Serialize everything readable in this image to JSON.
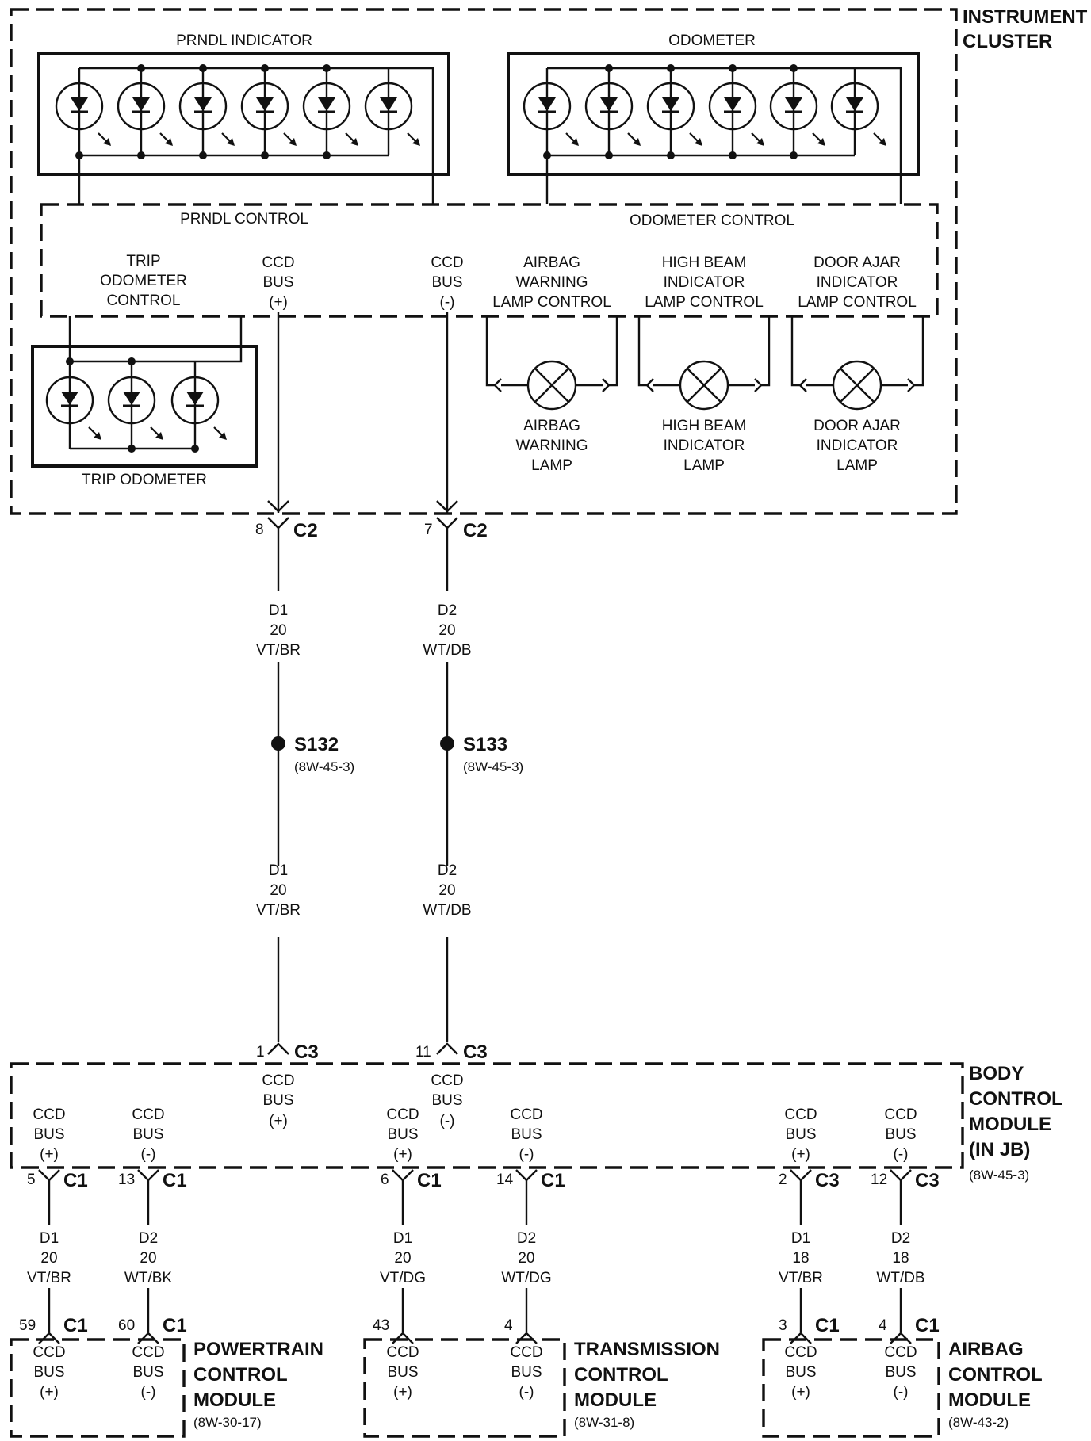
{
  "instrument_cluster": {
    "title": [
      "INSTRUMENT",
      "CLUSTER"
    ],
    "prndl_indicator": "PRNDL INDICATOR",
    "odometer": "ODOMETER",
    "prndl_control": "PRNDL CONTROL",
    "odometer_control": "ODOMETER CONTROL",
    "trip_odometer_control": [
      "TRIP",
      "ODOMETER",
      "CONTROL"
    ],
    "trip_odometer": "TRIP ODOMETER",
    "ccd_bus_pos": [
      "CCD",
      "BUS",
      "(+)"
    ],
    "ccd_bus_neg": [
      "CCD",
      "BUS",
      "(-)"
    ],
    "lamp_controls": [
      [
        "AIRBAG",
        "WARNING",
        "LAMP CONTROL"
      ],
      [
        "HIGH BEAM",
        "INDICATOR",
        "LAMP CONTROL"
      ],
      [
        "DOOR AJAR",
        "INDICATOR",
        "LAMP CONTROL"
      ]
    ],
    "lamps": [
      [
        "AIRBAG",
        "WARNING",
        "LAMP"
      ],
      [
        "HIGH BEAM",
        "INDICATOR",
        "LAMP"
      ],
      [
        "DOOR AJAR",
        "INDICATOR",
        "LAMP"
      ]
    ]
  },
  "connectors": {
    "c2_pos": {
      "pin": "8",
      "name": "C2"
    },
    "c2_neg": {
      "pin": "7",
      "name": "C2"
    },
    "c3_pos": {
      "pin": "1",
      "name": "C3"
    },
    "c3_neg": {
      "pin": "11",
      "name": "C3"
    }
  },
  "wires": {
    "d1_upper": [
      "D1",
      "20",
      "VT/BR"
    ],
    "d2_upper": [
      "D2",
      "20",
      "WT/DB"
    ],
    "d1_lower": [
      "D1",
      "20",
      "VT/BR"
    ],
    "d2_lower": [
      "D2",
      "20",
      "WT/DB"
    ]
  },
  "splices": {
    "s132": {
      "name": "S132",
      "ref": "(8W-45-3)"
    },
    "s133": {
      "name": "S133",
      "ref": "(8W-45-3)"
    }
  },
  "bcm": {
    "title": [
      "BODY",
      "CONTROL",
      "MODULE",
      "(IN JB)"
    ],
    "ref": "(8W-45-3)",
    "top_pos": [
      "CCD",
      "BUS",
      "(+)"
    ],
    "top_neg": [
      "CCD",
      "BUS",
      "(-)"
    ],
    "ports": [
      {
        "label": [
          "CCD",
          "BUS",
          "(+)"
        ],
        "pin": "5",
        "conn": "C1",
        "wire": [
          "D1",
          "20",
          "VT/BR"
        ]
      },
      {
        "label": [
          "CCD",
          "BUS",
          "(-)"
        ],
        "pin": "13",
        "conn": "C1",
        "wire": [
          "D2",
          "20",
          "WT/BK"
        ]
      },
      {
        "label": [
          "CCD",
          "BUS",
          "(+)"
        ],
        "pin": "6",
        "conn": "C1",
        "wire": [
          "D1",
          "20",
          "VT/DG"
        ]
      },
      {
        "label": [
          "CCD",
          "BUS",
          "(-)"
        ],
        "pin": "14",
        "conn": "C1",
        "wire": [
          "D2",
          "20",
          "WT/DG"
        ]
      },
      {
        "label": [
          "CCD",
          "BUS",
          "(+)"
        ],
        "pin": "2",
        "conn": "C3",
        "wire": [
          "D1",
          "18",
          "VT/BR"
        ]
      },
      {
        "label": [
          "CCD",
          "BUS",
          "(-)"
        ],
        "pin": "12",
        "conn": "C3",
        "wire": [
          "D2",
          "18",
          "WT/DB"
        ]
      }
    ]
  },
  "modules": [
    {
      "title": [
        "POWERTRAIN",
        "CONTROL",
        "MODULE"
      ],
      "ref": "(8W-30-17)",
      "pins": [
        {
          "pin": "59",
          "conn": "C1",
          "label": [
            "CCD",
            "BUS",
            "(+)"
          ]
        },
        {
          "pin": "60",
          "conn": "C1",
          "label": [
            "CCD",
            "BUS",
            "(-)"
          ]
        }
      ]
    },
    {
      "title": [
        "TRANSMISSION",
        "CONTROL",
        "MODULE"
      ],
      "ref": "(8W-31-8)",
      "pins": [
        {
          "pin": "43",
          "conn": "",
          "label": [
            "CCD",
            "BUS",
            "(+)"
          ]
        },
        {
          "pin": "4",
          "conn": "",
          "label": [
            "CCD",
            "BUS",
            "(-)"
          ]
        }
      ]
    },
    {
      "title": [
        "AIRBAG",
        "CONTROL",
        "MODULE"
      ],
      "ref": "(8W-43-2)",
      "pins": [
        {
          "pin": "3",
          "conn": "C1",
          "label": [
            "CCD",
            "BUS",
            "(+)"
          ]
        },
        {
          "pin": "4",
          "conn": "C1",
          "label": [
            "CCD",
            "BUS",
            "(-)"
          ]
        }
      ]
    }
  ]
}
